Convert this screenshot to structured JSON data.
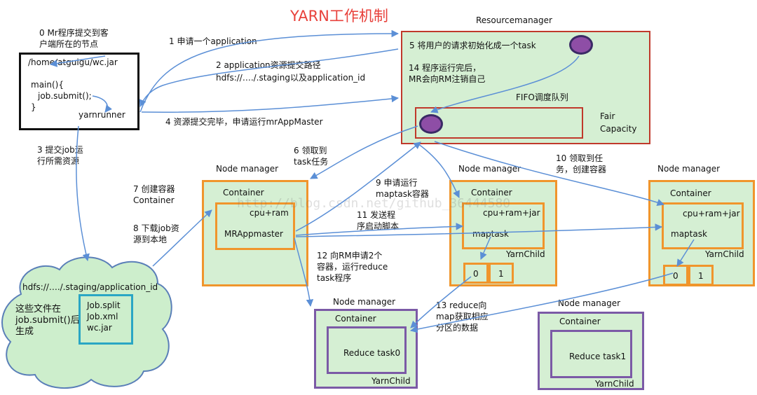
{
  "title": "YARN工作机制",
  "resourcemanager": {
    "label": "Resourcemanager",
    "init_task": "5 将用户的请求初始化成一个task",
    "unregister": [
      "14 程序运行完后，",
      "MR会向RM注销自己"
    ],
    "fifo": "FIFO调度队列",
    "fair": "Fair",
    "capacity": "Capacity"
  },
  "client": {
    "note": [
      "0 Mr程序提交到客",
      "户端所在的节点"
    ],
    "path": "/home/atguigu/wc.jar",
    "main": "main(){",
    "submit": "job.submit();",
    "brace": "}",
    "runner": "yarnrunner"
  },
  "steps": {
    "s1": "1 申请一个application",
    "s2a": "2 application资源提交路径",
    "s2b": "hdfs://…./.staging以及application_id",
    "s3": [
      "3 提交job运",
      "行所需资源"
    ],
    "s4": "4 资源提交完毕，申请运行mrAppMaster",
    "s6": [
      "6 领取到",
      "task任务"
    ],
    "s7": [
      "7 创建容器",
      "Container"
    ],
    "s8": [
      "8 下载job资",
      "源到本地"
    ],
    "s9": [
      "9 申请运行",
      "maptask容器"
    ],
    "s10": [
      "10 领取到任",
      "务，创建容器"
    ],
    "s11": [
      "11 发送程",
      "序启动脚本"
    ],
    "s12": [
      "12 向RM申请2个",
      "容器，运行reduce",
      "task程序"
    ],
    "s13": [
      "13 reduce向",
      "map获取相应",
      "分区的数据"
    ]
  },
  "hdfs": {
    "path": "hdfs://…./.staging/application_id",
    "note": [
      "这些文件在",
      "job.submit()后",
      "生成"
    ],
    "files": [
      "Job.split",
      "Job.xml",
      "wc.jar"
    ]
  },
  "nodes": {
    "nm_label": "Node manager",
    "container": "Container",
    "am": {
      "res": "cpu+ram",
      "name": "MRAppmaster"
    },
    "map1": {
      "res": "cpu+ram+jar",
      "task": "maptask",
      "child": "YarnChild",
      "parts": [
        "0",
        "1"
      ]
    },
    "map2": {
      "res": "cpu+ram+jar",
      "task": "maptask",
      "child": "YarnChild",
      "parts": [
        "0",
        "1"
      ]
    },
    "red0": {
      "task": "Reduce task0",
      "child": "YarnChild"
    },
    "red1": {
      "task": "Reduce task1",
      "child": "YarnChild"
    }
  },
  "watermark": "http://blog.csdn.net/github_36444580",
  "colors": {
    "title": "#e8413b",
    "rm_border": "#c0392b",
    "nm_orange": "#f0952c",
    "nm_purple": "#7b5aa6",
    "arrow": "#5b8fd6",
    "green": "#d5efd3",
    "files_border": "#2aa6c4"
  }
}
